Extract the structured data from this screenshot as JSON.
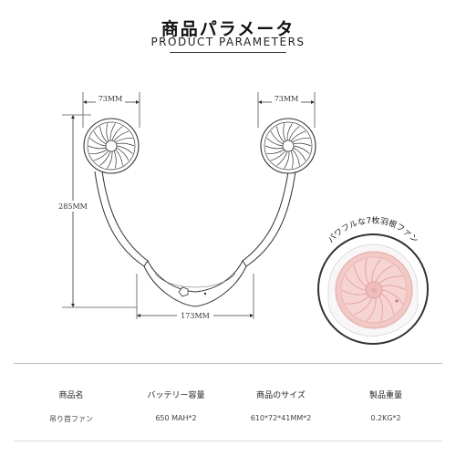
{
  "header": {
    "title_jp": "商品パラメータ",
    "title_en": "PRODUCT PARAMETERS"
  },
  "dimensions": {
    "fan_width_left": "73MM",
    "fan_width_right": "73MM",
    "height": "285MM",
    "bottom_width": "173MM"
  },
  "photo": {
    "curved_label": "パワフルな7枚羽根ファン"
  },
  "specs": {
    "headers": [
      "商品名",
      "バッテリー容量",
      "商品のサイズ",
      "製品重量"
    ],
    "values": [
      "吊り首ファン",
      "650 MAH*2",
      "610*72*41MM*2",
      "0.2KG*2"
    ]
  },
  "colors": {
    "line": "#333333",
    "fan_pink": "#f3c9c6",
    "fan_pink_dark": "#e6a6a3"
  }
}
